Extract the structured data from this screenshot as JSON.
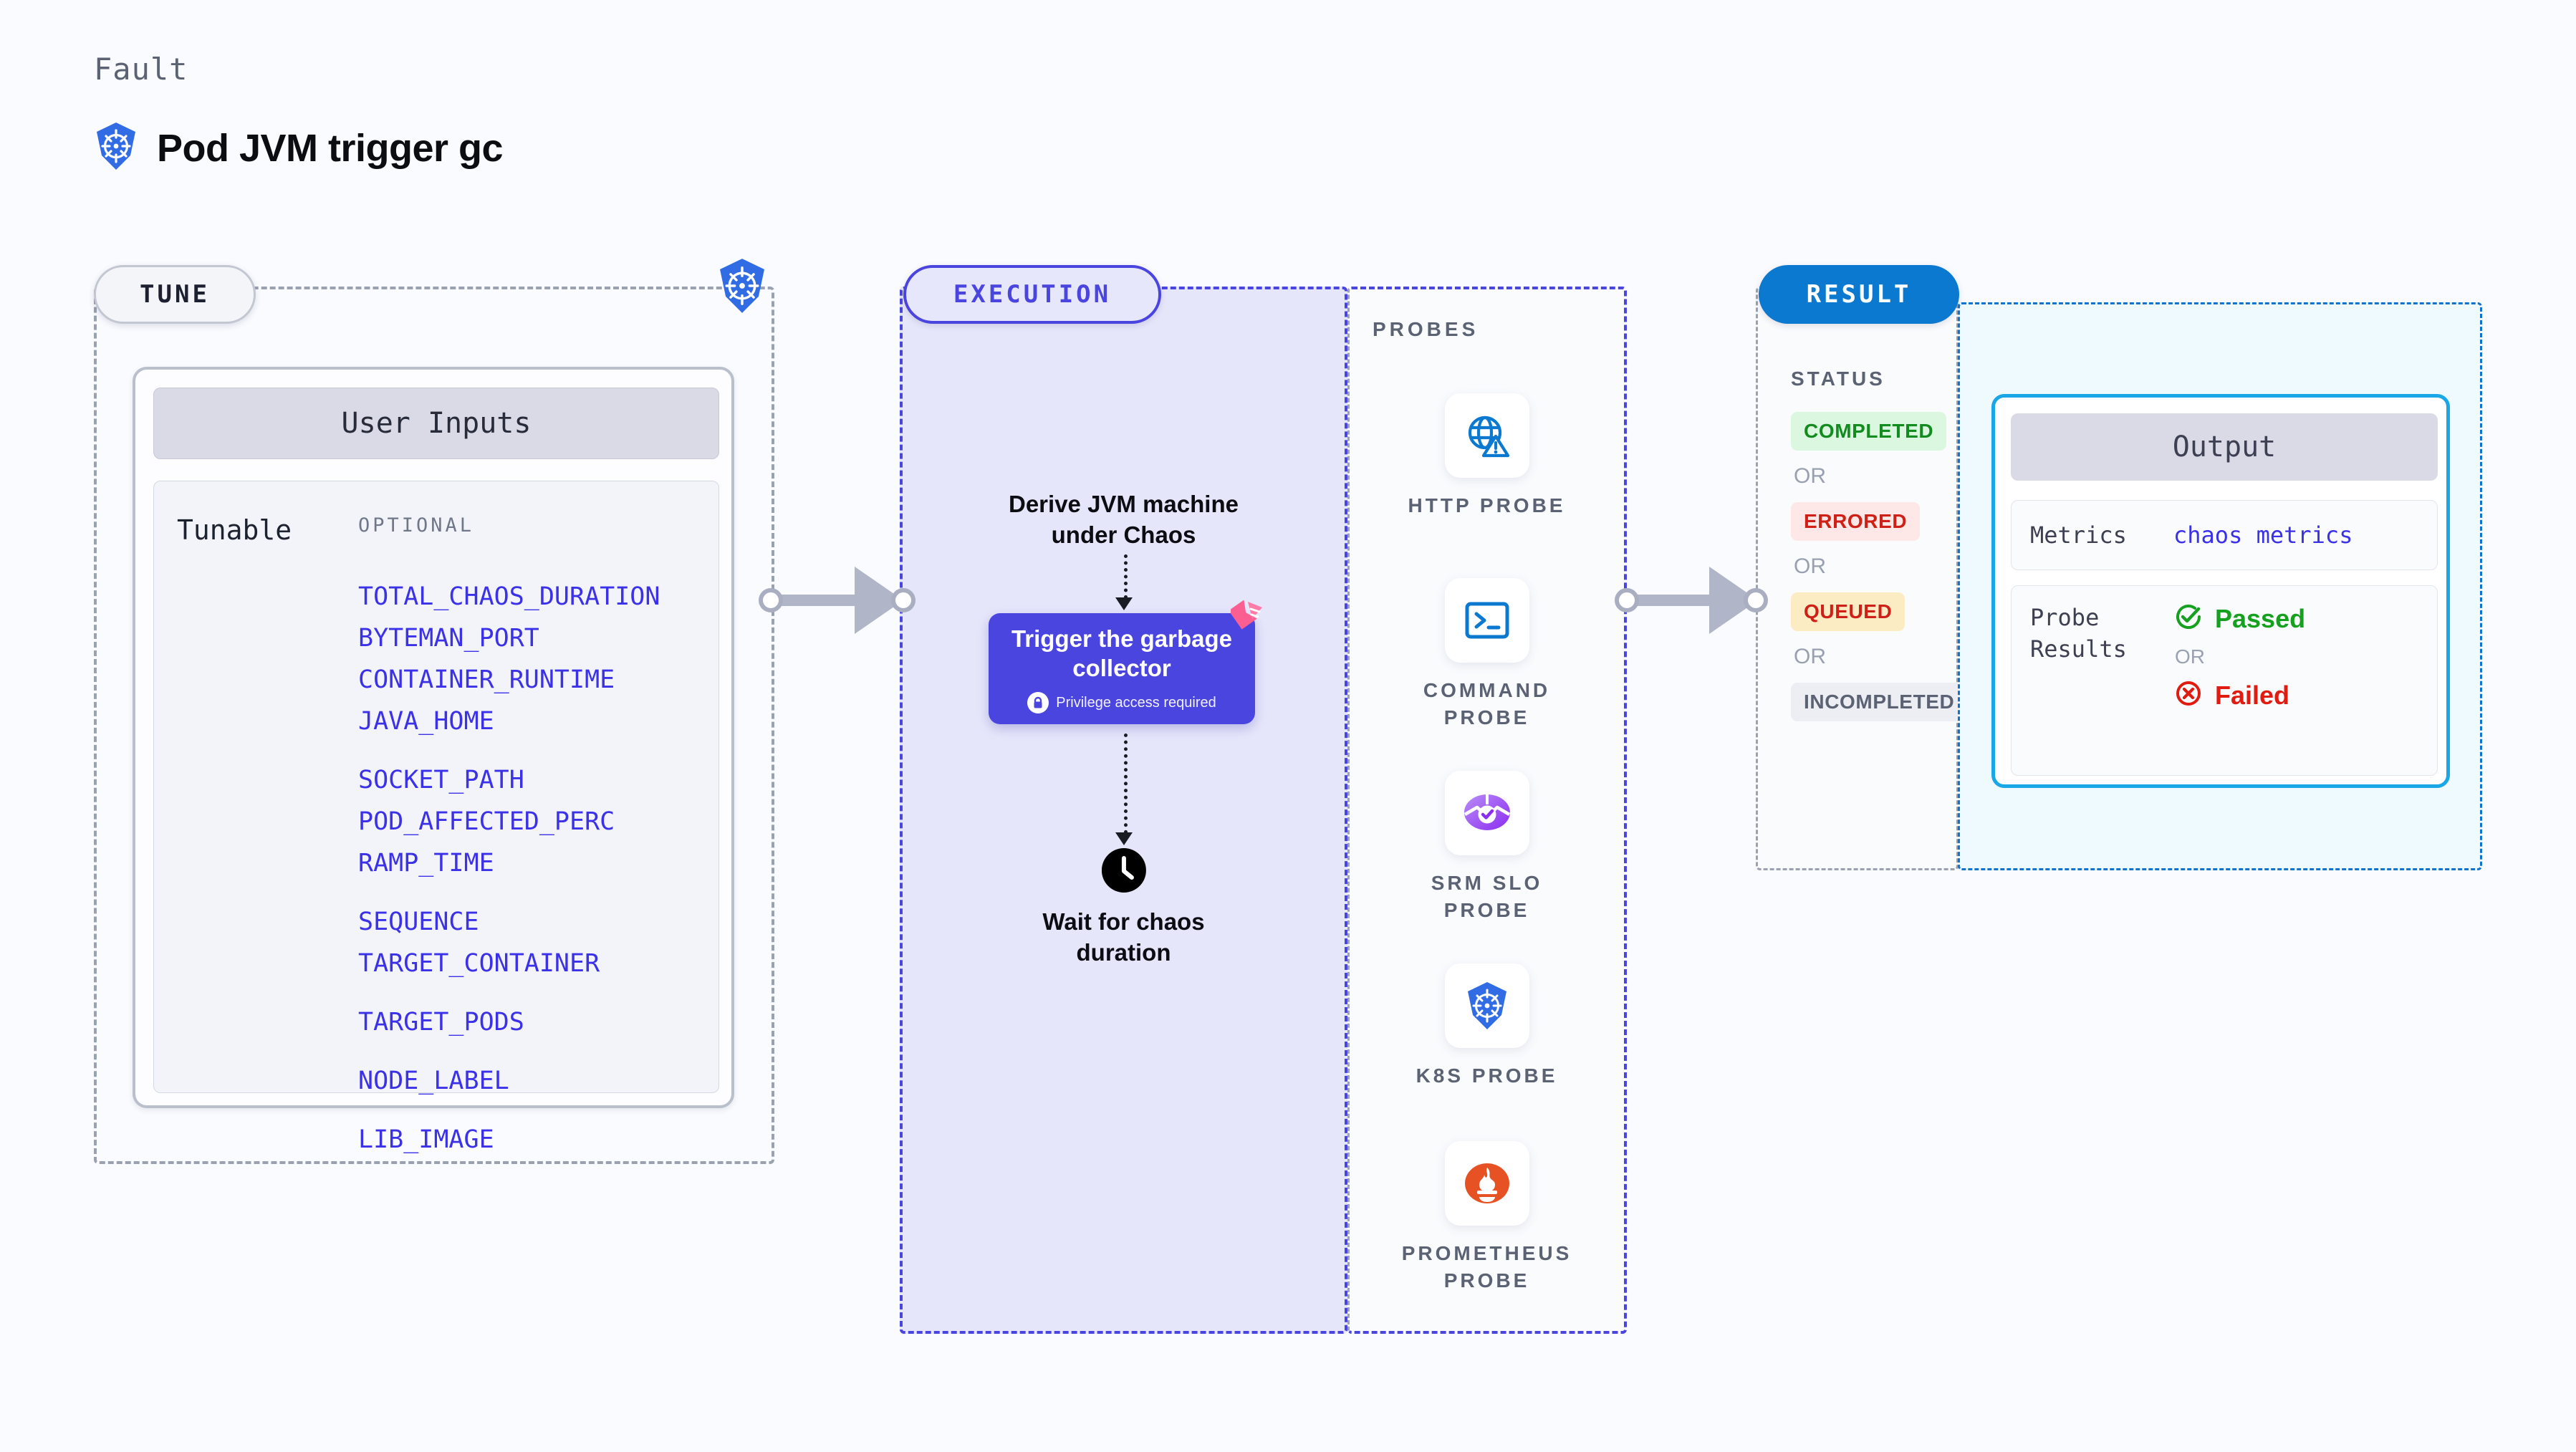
{
  "header": {
    "eyebrow": "Fault",
    "title": "Pod JVM trigger gc",
    "icon": "kubernetes-icon"
  },
  "tune": {
    "tab_label": "TUNE",
    "badge_icon": "kubernetes-icon",
    "card": {
      "header": "User Inputs",
      "row_label": "Tunable",
      "group_label": "OPTIONAL",
      "tunables": [
        {
          "name": "TOTAL_CHAOS_DURATION",
          "gap": false
        },
        {
          "name": "BYTEMAN_PORT",
          "gap": false
        },
        {
          "name": "CONTAINER_RUNTIME",
          "gap": false
        },
        {
          "name": "JAVA_HOME",
          "gap": false
        },
        {
          "name": "SOCKET_PATH",
          "gap": true
        },
        {
          "name": "POD_AFFECTED_PERC",
          "gap": false
        },
        {
          "name": "RAMP_TIME",
          "gap": false
        },
        {
          "name": "SEQUENCE",
          "gap": true
        },
        {
          "name": "TARGET_CONTAINER",
          "gap": false
        },
        {
          "name": "TARGET_PODS",
          "gap": true
        },
        {
          "name": "NODE_LABEL",
          "gap": true
        },
        {
          "name": "LIB_IMAGE",
          "gap": true
        }
      ]
    }
  },
  "execution": {
    "tab_label": "EXECUTION",
    "step_1": "Derive JVM machine\nunder Chaos",
    "action_card": {
      "title": "Trigger the garbage\ncollector",
      "note": "Privilege access required",
      "note_icon": "lock-icon",
      "corner_icon": "ribbon-icon",
      "color": "#4b45e0"
    },
    "wait_step": {
      "icon": "clock-icon",
      "label": "Wait for chaos\nduration"
    }
  },
  "probes": {
    "title": "PROBES",
    "items": [
      {
        "label": "HTTP PROBE",
        "icon": "globe-alert-icon"
      },
      {
        "label": "COMMAND\nPROBE",
        "icon": "terminal-icon"
      },
      {
        "label": "SRM SLO\nPROBE",
        "icon": "srm-slo-icon"
      },
      {
        "label": "K8S PROBE",
        "icon": "kubernetes-icon"
      },
      {
        "label": "PROMETHEUS\nPROBE",
        "icon": "prometheus-icon"
      }
    ]
  },
  "result": {
    "tab_label": "RESULT",
    "status_title": "STATUS",
    "or_label": "OR",
    "statuses": [
      {
        "label": "COMPLETED",
        "bg": "#dcf7e0",
        "fg": "#128b1f"
      },
      {
        "label": "ERRORED",
        "bg": "#fde8e7",
        "fg": "#cf2017"
      },
      {
        "label": "QUEUED",
        "bg": "#fcecc4",
        "fg": "#cf2017"
      },
      {
        "label": "INCOMPLETED",
        "bg": "#eceef4",
        "fg": "#5b6273"
      }
    ]
  },
  "output": {
    "header": "Output",
    "metrics_key": "Metrics",
    "metrics_value": "chaos metrics",
    "probe_results_key": "Probe\nResults",
    "passed_label": "Passed",
    "passed_icon": "check-circle-icon",
    "or_label": "OR",
    "failed_label": "Failed",
    "failed_icon": "x-circle-icon"
  },
  "connectors": [
    {
      "name": "tune-to-execution"
    },
    {
      "name": "probes-to-result"
    }
  ],
  "colors": {
    "indigo": "#4b45e0",
    "blue": "#0b79d0",
    "cyan": "#19a7e8",
    "k8s_blue": "#326ce5",
    "pink": "#fb5f92",
    "grey": "#9aa1b0",
    "canvas": "#fafbff"
  }
}
